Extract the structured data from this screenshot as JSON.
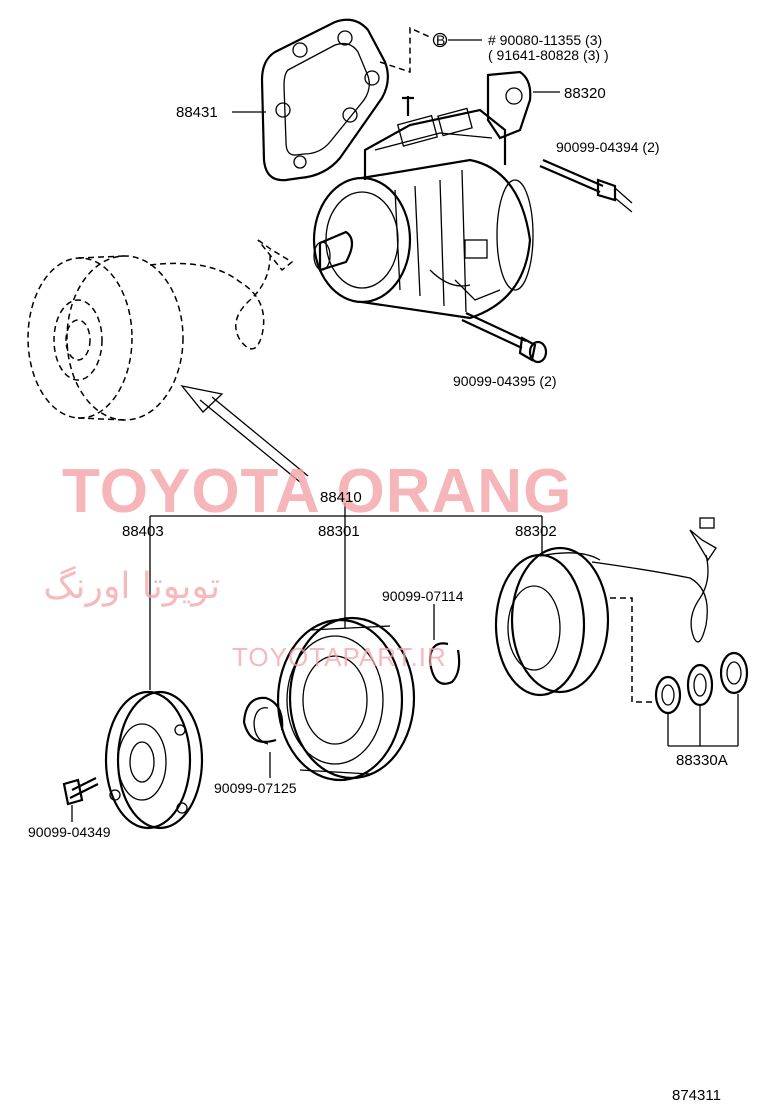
{
  "labels": {
    "p88431": "88431",
    "bolt_note_1": "# 90080-11355 (3)",
    "bolt_note_2": "( 91641-80828 (3) )",
    "bolt_marker": "B",
    "p88320": "88320",
    "p90099_04394": "90099-04394 (2)",
    "p90099_04395": "90099-04395 (2)",
    "p88410": "88410",
    "p88403": "88403",
    "p88301": "88301",
    "p88302": "88302",
    "p90099_07114": "90099-07114",
    "p90099_07125": "90099-07125",
    "p90099_04349": "90099-04349",
    "p88330A": "88330A",
    "drawing_no": "874311"
  },
  "watermark": {
    "main": "TOYOTA ORANG",
    "persian": "تویوتا اورنگ",
    "site": "TOYOTAPART.IR",
    "color": "#f4a3a8"
  }
}
